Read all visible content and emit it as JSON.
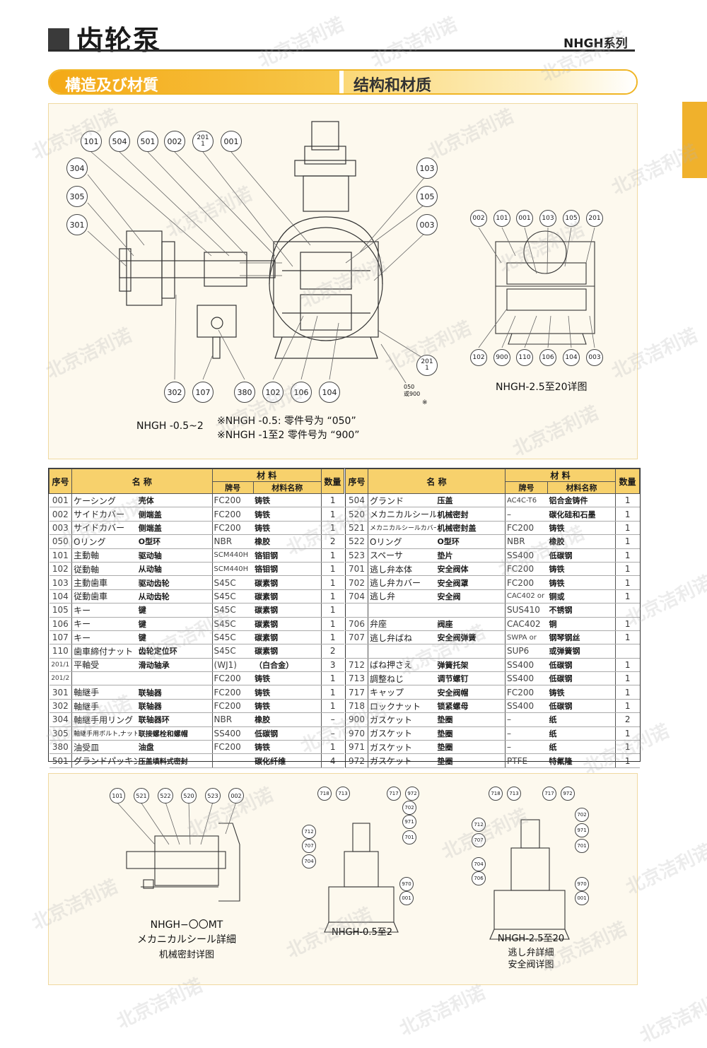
{
  "header": {
    "title": "齿轮泵",
    "series": "NHGH系列"
  },
  "section": {
    "title_jp": "構造及び材質",
    "title_cn": "结构和材质"
  },
  "main_drawing": {
    "callouts_top": [
      "101",
      "504",
      "501",
      "002",
      "201/1",
      "001"
    ],
    "callouts_left": [
      "304",
      "305",
      "301"
    ],
    "callouts_right": [
      "103",
      "105",
      "003"
    ],
    "callouts_bottom": [
      "302",
      "107",
      "380",
      "102",
      "106",
      "104"
    ],
    "callout_lower_right": "201/1",
    "seal_note": "050\n或900",
    "seal_mark": "※",
    "caption": "NHGH -0.5~2",
    "notes": [
      "※NHGH -0.5:  零件号为  “050”",
      "※NHGH -1至2 零件号为  “900”"
    ]
  },
  "small_drawing": {
    "callouts_top": [
      "002",
      "101",
      "001",
      "103",
      "105",
      "201"
    ],
    "callouts_bottom": [
      "102",
      "900",
      "110",
      "106",
      "104",
      "003"
    ],
    "caption": "NHGH-2.5至20详图"
  },
  "table": {
    "headers": {
      "no": "序号",
      "name": "名 称",
      "material": "材 料",
      "grade": "牌号",
      "mat_name": "材料名称",
      "qty": "数量"
    },
    "left_rows": [
      [
        "001",
        "ケーシング",
        "壳体",
        "FC200",
        "铸铁",
        "1"
      ],
      [
        "002",
        "サイドカバー",
        "侧端盖",
        "FC200",
        "铸铁",
        "1"
      ],
      [
        "003",
        "サイドカバー",
        "侧端盖",
        "FC200",
        "铸铁",
        "1"
      ],
      [
        "050",
        "Oリング",
        "O型环",
        "NBR",
        "橡胶",
        "2"
      ],
      [
        "101",
        "主動軸",
        "驱动轴",
        "SCM440H",
        "铬钼钢",
        "1"
      ],
      [
        "102",
        "従動軸",
        "从动轴",
        "SCM440H",
        "铬钼钢",
        "1"
      ],
      [
        "103",
        "主動歯車",
        "驱动齿轮",
        "S45C",
        "碳素钢",
        "1"
      ],
      [
        "104",
        "従動歯車",
        "从动齿轮",
        "S45C",
        "碳素钢",
        "1"
      ],
      [
        "105",
        "キー",
        "键",
        "S45C",
        "碳素钢",
        "1"
      ],
      [
        "106",
        "キー",
        "键",
        "S45C",
        "碳素钢",
        "1"
      ],
      [
        "107",
        "キー",
        "键",
        "S45C",
        "碳素钢",
        "1"
      ],
      [
        "110",
        "歯車締付ナット",
        "齿轮定位环",
        "S45C",
        "碳素钢",
        "2"
      ],
      [
        "201/1",
        "平軸受",
        "滑动轴承",
        "(WJ1)",
        "（白合金）",
        "3"
      ],
      [
        "201/2",
        "",
        "",
        "FC200",
        "铸铁",
        "1"
      ],
      [
        "301",
        "軸継手",
        "联轴器",
        "FC200",
        "铸铁",
        "1"
      ],
      [
        "302",
        "軸継手",
        "联轴器",
        "FC200",
        "铸铁",
        "1"
      ],
      [
        "304",
        "軸継手用リング",
        "联轴器环",
        "NBR",
        "橡胶",
        "–"
      ],
      [
        "305",
        "軸継手用ボルト,ナット",
        "联接螺栓和螺帽",
        "SS400",
        "低碳钢",
        "–"
      ],
      [
        "380",
        "油受皿",
        "油盘",
        "FC200",
        "铸铁",
        "1"
      ],
      [
        "501",
        "グランドパッキン",
        "压盖填料式密封",
        "–",
        "碳化纤维",
        "4"
      ]
    ],
    "right_rows": [
      [
        "504",
        "グランド",
        "压盖",
        "AC4C-T6",
        "铝合金铸件",
        "1"
      ],
      [
        "520",
        "メカニカルシール",
        "机械密封",
        "–",
        "碳化硅和石墨",
        "1"
      ],
      [
        "521",
        "メカニカルシールカバー",
        "机械密封盖",
        "FC200",
        "铸铁",
        "1"
      ],
      [
        "522",
        "Oリング",
        "O型环",
        "NBR",
        "橡胶",
        "1"
      ],
      [
        "523",
        "スペーサ",
        "垫片",
        "SS400",
        "低碳钢",
        "1"
      ],
      [
        "701",
        "逃し弁本体",
        "安全阀体",
        "FC200",
        "铸铁",
        "1"
      ],
      [
        "702",
        "逃し弁カバー",
        "安全阀罩",
        "FC200",
        "铸铁",
        "1"
      ],
      [
        "704",
        "逃し弁",
        "安全阀",
        "CAC402 or",
        "铜或",
        "1"
      ],
      [
        "",
        "",
        "",
        "SUS410",
        "不锈钢",
        ""
      ],
      [
        "706",
        "弁座",
        "阀座",
        "CAC402",
        "铜",
        "1"
      ],
      [
        "707",
        "逃し弁ばね",
        "安全阀弹簧",
        "SWPA or",
        "钢琴钢丝",
        "1"
      ],
      [
        "",
        "",
        "",
        "SUP6",
        "或弹簧钢",
        ""
      ],
      [
        "712",
        "ばね押さえ",
        "弹簧托架",
        "SS400",
        "低碳钢",
        "1"
      ],
      [
        "713",
        "調整ねじ",
        "调节螺钉",
        "SS400",
        "低碳钢",
        "1"
      ],
      [
        "717",
        "キャップ",
        "安全阀帽",
        "FC200",
        "铸铁",
        "1"
      ],
      [
        "718",
        "ロックナット",
        "锁紧螺母",
        "SS400",
        "低碳钢",
        "1"
      ],
      [
        "900",
        "ガスケット",
        "垫圈",
        "–",
        "纸",
        "2"
      ],
      [
        "970",
        "ガスケット",
        "垫圈",
        "–",
        "纸",
        "1"
      ],
      [
        "971",
        "ガスケット",
        "垫圈",
        "–",
        "纸",
        "1"
      ],
      [
        "972",
        "ガスケット",
        "垫圈",
        "PTFE",
        "特氟隆",
        "1"
      ]
    ]
  },
  "details": {
    "mech_seal": {
      "callouts": [
        "101",
        "521",
        "522",
        "520",
        "523",
        "002"
      ],
      "caption": [
        "NHGH−〇〇MT",
        "メカニカルシール詳細",
        "机械密封详图"
      ]
    },
    "valve_small": {
      "callouts": [
        "718",
        "713",
        "717",
        "972",
        "702",
        "971",
        "712",
        "707",
        "701",
        "704",
        "970",
        "001"
      ],
      "caption": [
        "NHGH-0.5至2"
      ]
    },
    "valve_large": {
      "callouts": [
        "718",
        "713",
        "717",
        "972",
        "702",
        "971",
        "712",
        "707",
        "701",
        "704",
        "706",
        "970",
        "001"
      ],
      "caption": [
        "NHGH-2.5至20",
        "逃し弁詳細",
        "安全阀详图"
      ]
    }
  },
  "watermark": "北京洁利诺"
}
